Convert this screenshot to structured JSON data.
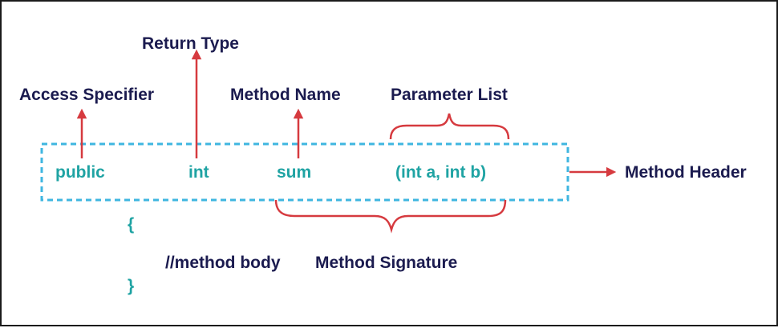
{
  "labels": {
    "return_type": "Return Type",
    "access_specifier": "Access Specifier",
    "method_name": "Method Name",
    "parameter_list": "Parameter List",
    "method_header": "Method Header",
    "method_signature": "Method Signature"
  },
  "code": {
    "access_modifier": "public",
    "return_type": "int",
    "method_name": "sum",
    "parameters": "(int a, int b)",
    "open_brace": "{",
    "body_comment": "//method body",
    "close_brace": "}"
  },
  "colors": {
    "label_text": "#1b1b4f",
    "code_text": "#1fa3a3",
    "arrow": "#d63a3f",
    "header_box_border": "#3fb6e0",
    "frame_border": "#1a1a1a"
  }
}
